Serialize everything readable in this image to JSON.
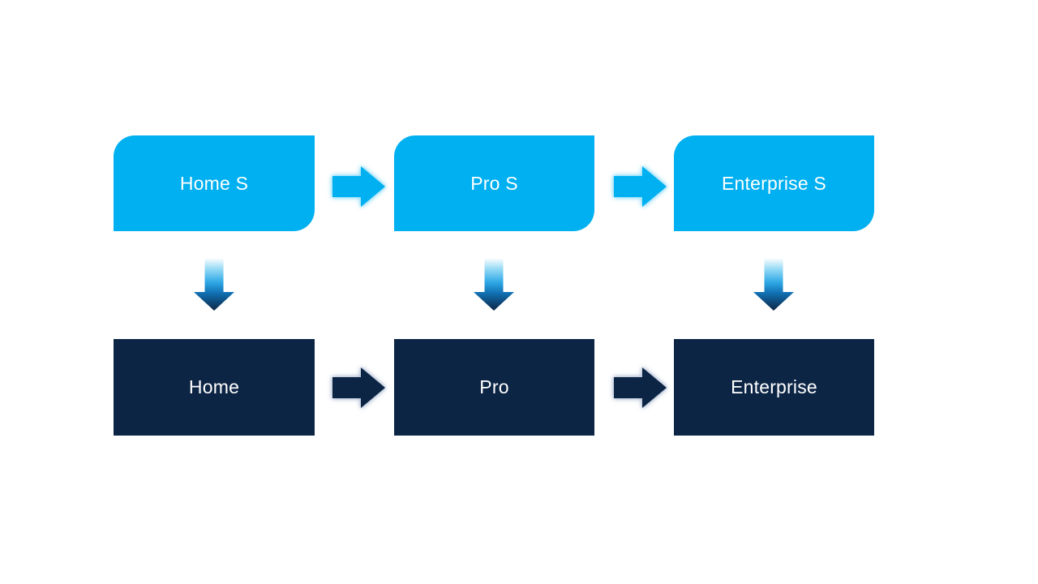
{
  "colors": {
    "background": "#ffffff",
    "light_blue": "#00b0f0",
    "dark_navy": "#0d2545",
    "label_text": "#ffffff",
    "light_arrow_glow": "#8edcf8",
    "dark_arrow_glow": "#b3c0d6",
    "down_arrow_gradient": [
      "#ffffff",
      "#9adbf6",
      "#2fa9e6",
      "#1172b5",
      "#0d2545"
    ]
  },
  "diagram": {
    "top_row": {
      "boxes": [
        {
          "label": "Home S"
        },
        {
          "label": "Pro S"
        },
        {
          "label": "Enterprise S"
        }
      ]
    },
    "bottom_row": {
      "boxes": [
        {
          "label": "Home"
        },
        {
          "label": "Pro"
        },
        {
          "label": "Enterprise"
        }
      ]
    },
    "arrows": {
      "top_right_arrows": [
        {
          "from": "Home S",
          "to": "Pro S"
        },
        {
          "from": "Pro S",
          "to": "Enterprise S"
        }
      ],
      "bottom_right_arrows": [
        {
          "from": "Home",
          "to": "Pro"
        },
        {
          "from": "Pro",
          "to": "Enterprise"
        }
      ],
      "down_arrows": [
        {
          "from": "Home S",
          "to": "Home"
        },
        {
          "from": "Pro S",
          "to": "Pro"
        },
        {
          "from": "Enterprise S",
          "to": "Enterprise"
        }
      ]
    }
  }
}
